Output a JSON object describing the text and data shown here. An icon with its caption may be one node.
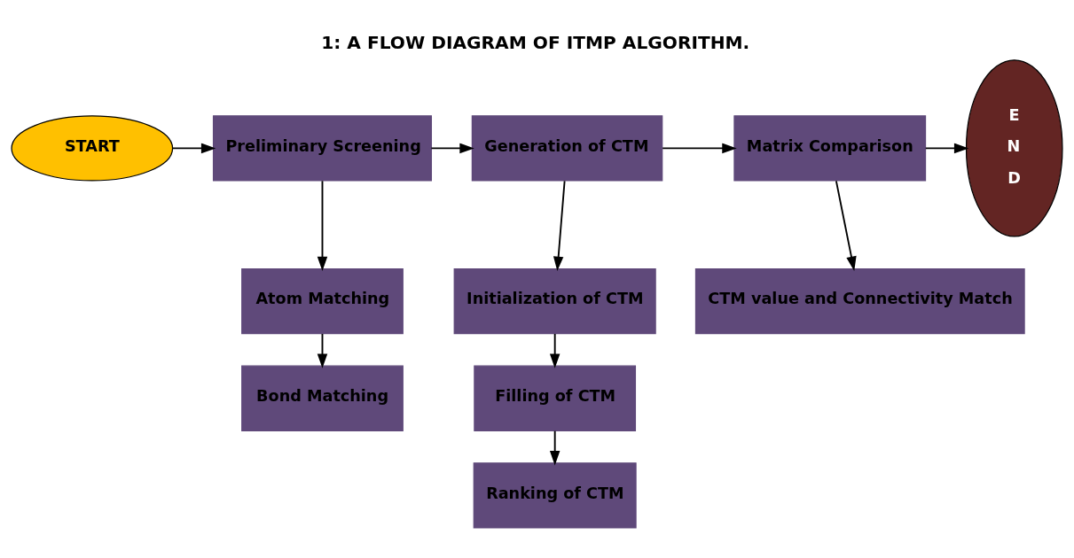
{
  "diagram": {
    "title": "1: A FLOW DIAGRAM OF ITMP ALGORITHM.",
    "nodes": [
      {
        "text": [
          "START"
        ]
      },
      {
        "text": [
          "Preliminary Screening"
        ]
      },
      {
        "text": [
          "Atom Matching"
        ]
      },
      {
        "text": [
          "Bond Matching"
        ]
      },
      {
        "text": [
          "Generation of CTM"
        ]
      },
      {
        "text": [
          "Initialization of CTM"
        ]
      },
      {
        "text": [
          "Filling of CTM"
        ]
      },
      {
        "text": [
          "Ranking of CTM"
        ]
      },
      {
        "text": [
          "Matrix Comparison"
        ]
      },
      {
        "text": [
          "CTM value and Connectivity Match"
        ]
      },
      {
        "text": [
          "E N D"
        ]
      }
    ],
    "edges": [
      {
        "from": 0,
        "to": 1,
        "arrow": "to"
      },
      {
        "from": 1,
        "to": 4,
        "arrow": "to"
      },
      {
        "from": 4,
        "to": 8,
        "arrow": "to"
      },
      {
        "from": 8,
        "to": 10,
        "arrow": "to"
      },
      {
        "from": 1,
        "to": 2,
        "arrow": "to"
      },
      {
        "from": 2,
        "to": 3,
        "arrow": "to"
      },
      {
        "from": 4,
        "to": 5,
        "arrow": "to"
      },
      {
        "from": 5,
        "to": 6,
        "arrow": "to"
      },
      {
        "from": 6,
        "to": 7,
        "arrow": "to"
      },
      {
        "from": 8,
        "to": 9,
        "arrow": "to"
      }
    ]
  }
}
